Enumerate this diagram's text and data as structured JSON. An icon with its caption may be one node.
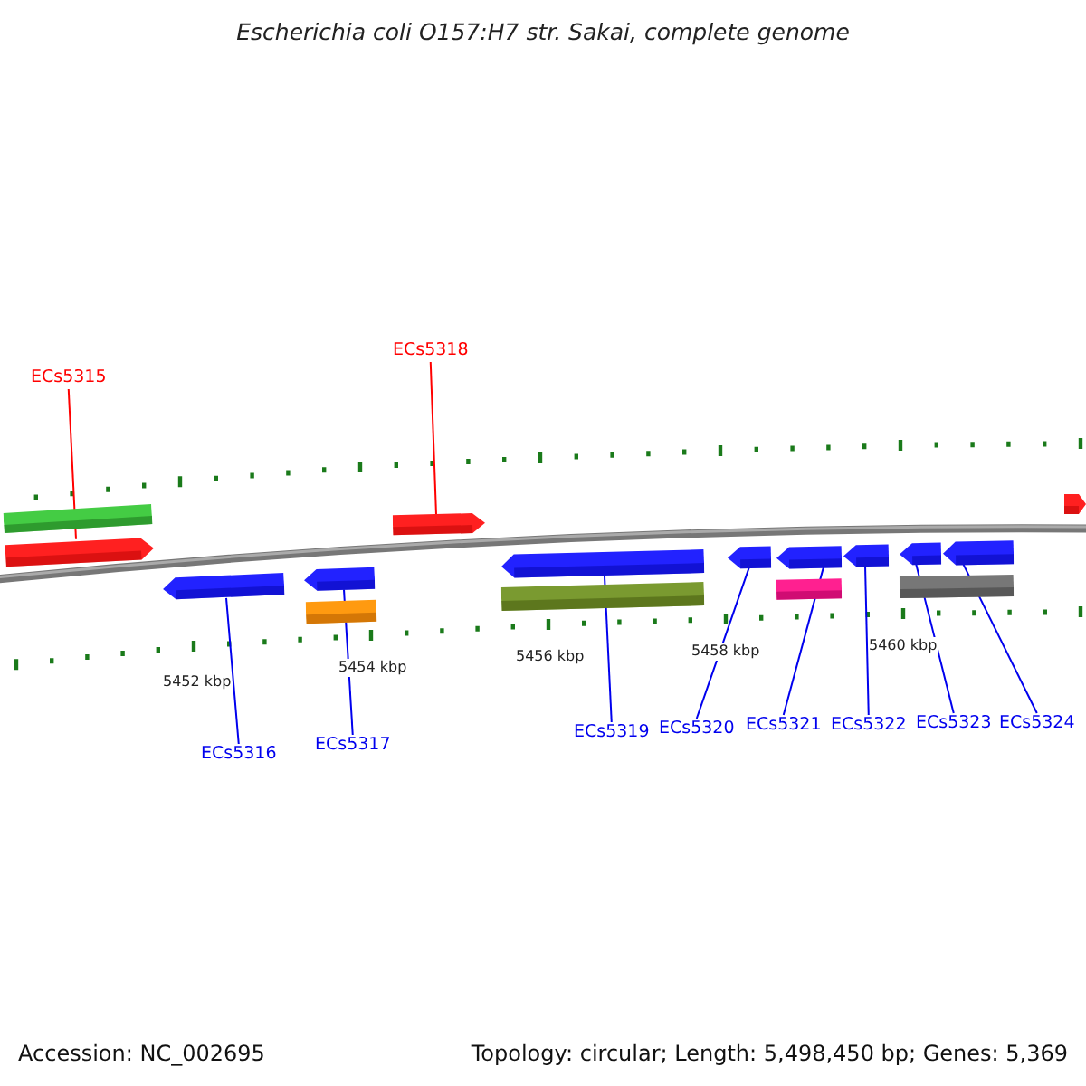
{
  "diagram": {
    "title": "Escherichia coli O157:H7 str. Sakai, complete genome",
    "nodes": [
      {
        "text": [
          "ECs5315"
        ]
      },
      {
        "text": [
          "ECs5318"
        ]
      },
      {
        "text": [
          "ECs5316"
        ]
      },
      {
        "text": [
          "ECs5317"
        ]
      },
      {
        "text": [
          "ECs5319"
        ]
      },
      {
        "text": [
          "ECs5320"
        ]
      },
      {
        "text": [
          "ECs5321"
        ]
      },
      {
        "text": [
          "ECs5322"
        ]
      },
      {
        "text": [
          "ECs5323"
        ]
      },
      {
        "text": [
          "ECs5324"
        ]
      },
      {
        "text": [],
        "shape": "bar"
      },
      {
        "text": [],
        "shape": "arrow"
      },
      {
        "text": [],
        "shape": "arrow"
      },
      {
        "text": [],
        "shape": "arrow"
      },
      {
        "text": [],
        "shape": "bar"
      },
      {
        "text": [],
        "shape": "arrow"
      },
      {
        "text": [],
        "shape": "arrow"
      },
      {
        "text": [],
        "shape": "bar"
      },
      {
        "text": [],
        "shape": "arrow"
      },
      {
        "text": [],
        "shape": "arrow"
      },
      {
        "text": [],
        "shape": "bar"
      },
      {
        "text": [],
        "shape": "arrow"
      },
      {
        "text": [],
        "shape": "arrow"
      },
      {
        "text": [],
        "shape": "arrow"
      },
      {
        "text": [],
        "shape": "bar"
      },
      {
        "text": [],
        "shape": "arrow"
      }
    ],
    "edges": [
      {
        "from": 0,
        "to": 11,
        "arrow": "none",
        "color": "#ff0000"
      },
      {
        "from": 1,
        "to": 15,
        "arrow": "none",
        "color": "#ff0000"
      },
      {
        "from": 2,
        "to": 12,
        "arrow": "none"
      },
      {
        "from": 3,
        "to": 13,
        "arrow": "none"
      },
      {
        "from": 4,
        "to": 16,
        "arrow": "none"
      },
      {
        "from": 5,
        "to": 18,
        "arrow": "none"
      },
      {
        "from": 6,
        "to": 19,
        "arrow": "none"
      },
      {
        "from": 7,
        "to": 21,
        "arrow": "none"
      },
      {
        "from": 8,
        "to": 22,
        "arrow": "none"
      },
      {
        "from": 9,
        "to": 23,
        "arrow": "none"
      }
    ],
    "labels": [
      "5452 kbp",
      "5454 kbp",
      "5456 kbp",
      "5458 kbp",
      "5460 kbp",
      "Accession: NC_002695",
      "Topology: circular; Length: 5,498,450 bp; Genes: 5,369"
    ]
  }
}
